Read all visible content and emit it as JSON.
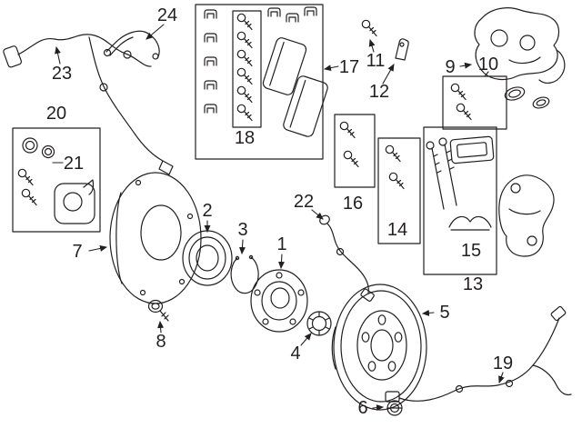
{
  "colors": {
    "background": "#ffffff",
    "ink": "#231f20"
  },
  "diagram": {
    "description": "brake-parts-exploded-diagram",
    "callouts": [
      "1",
      "2",
      "3",
      "4",
      "5",
      "6",
      "7",
      "8",
      "9",
      "10",
      "11",
      "12",
      "13",
      "14",
      "15",
      "16",
      "17",
      "18",
      "19",
      "20",
      "21",
      "22",
      "23",
      "24"
    ]
  }
}
